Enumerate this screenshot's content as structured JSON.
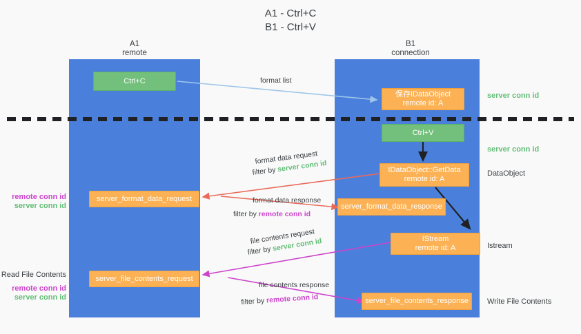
{
  "title": "A1 - Ctrl+C\nB1 - Ctrl+V",
  "lanes": [
    {
      "name": "lane-a1",
      "header": "A1\nremote"
    },
    {
      "name": "lane-b1",
      "header": "B1\nconnection"
    }
  ],
  "boxes": {
    "ctrl_c": "Ctrl+C",
    "ctrl_v": "Ctrl+V",
    "save_idataobject": "保存IDataObject\nremote id: A",
    "getdata": "IDataObject::GetData\nremote id: A",
    "istream": "IStream\nremote id: A",
    "server_format_data_request": "server_format_data_request",
    "server_format_data_response": "server_format_data_response",
    "server_file_contents_request": "server_file_contents_request",
    "server_file_contents_response": "server_file_contents_response"
  },
  "right_notes": {
    "server_conn_id_top": "server conn id",
    "server_conn_id_mid": "server conn id",
    "dataobject": "DataObject",
    "istream": "Istream",
    "write_file_contents": "Write File Contents"
  },
  "left_notes": {
    "remote_conn_id_1": "remote conn id",
    "server_conn_id_1": "server conn id",
    "read_file_contents": "Read File Contents",
    "remote_conn_id_2": "remote conn id",
    "server_conn_id_2": "server conn id"
  },
  "arrow_labels": {
    "format_list": "format list",
    "format_data_request": "format data request",
    "format_data_request_filter_prefix": "filter by ",
    "format_data_request_filter_value": "server conn id",
    "format_data_response": "format data response",
    "format_data_response_filter_prefix": "filter by ",
    "format_data_response_filter_value": "remote conn id",
    "file_contents_request": "file contents request",
    "file_contents_request_filter_prefix": "filter by ",
    "file_contents_request_filter_value": "server conn id",
    "file_contents_response": "file contents response",
    "file_contents_response_filter_prefix": "filter by ",
    "file_contents_response_filter_value": "remote conn id"
  },
  "colors": {
    "lane": "#4a80db",
    "green_box": "#72c07b",
    "orange_box": "#fbb154",
    "green_text": "#63bd76",
    "pink_text": "#cc44cc",
    "blue_arrow": "#9fc6ea",
    "red_arrow": "#ea6a5a",
    "magenta_arrow": "#cc44cc",
    "dark_arrow": "#202124",
    "background": "#f9f9f9"
  }
}
